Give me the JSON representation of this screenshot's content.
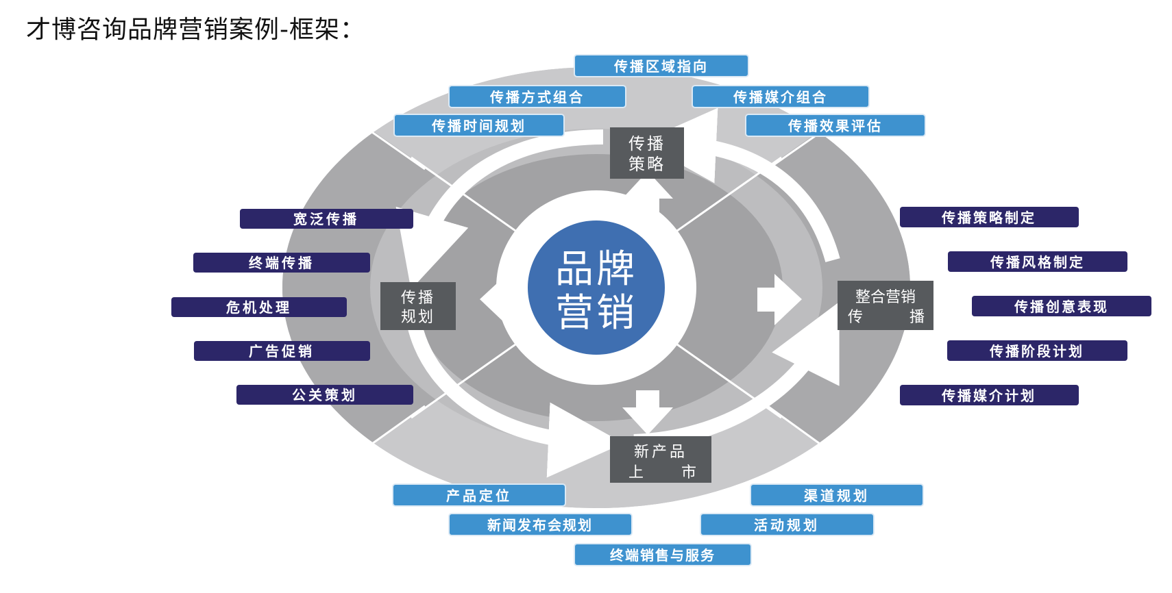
{
  "title": "才博咨询品牌营销案例-框架：",
  "colors": {
    "light_blue": "#3e92cf",
    "navy": "#2c2668",
    "center_blue": "#3f6fb1",
    "stage_box": "#575a5d",
    "ring_light": "#c6c6c8",
    "ring_mid": "#a8a8aa",
    "ring_outer": "#b8b8ba"
  },
  "center": {
    "line1": "品牌",
    "line2": "营销"
  },
  "stages": {
    "strategy": {
      "line1": "传播",
      "line2": "策略"
    },
    "planning": {
      "line1": "传播",
      "line2": "规划"
    },
    "integrated": {
      "line1": "整合营销",
      "line2a": "传",
      "line2b": "播"
    },
    "launch": {
      "line1": "新产品",
      "line2a": "上",
      "line2b": "市"
    }
  },
  "top_labels": [
    "传播区域指向",
    "传播方式组合",
    "传播媒介组合",
    "传播时间规划",
    "传播效果评估"
  ],
  "left_labels": [
    "宽泛传播",
    "终端传播",
    "危机处理",
    "广告促销",
    "公关策划"
  ],
  "right_labels": [
    "传播策略制定",
    "传播风格制定",
    "传播创意表现",
    "传播阶段计划",
    "传播媒介计划"
  ],
  "bottom_labels": [
    "产品定位",
    "渠道规划",
    "新闻发布会规划",
    "活动规划",
    "终端销售与服务"
  ]
}
